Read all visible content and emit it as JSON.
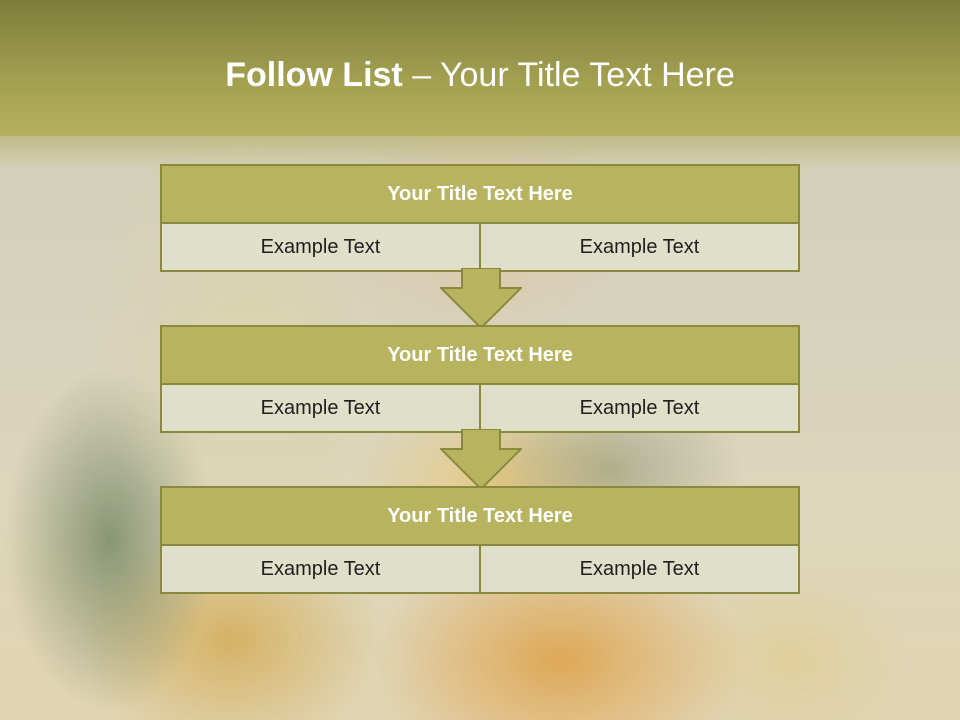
{
  "slide": {
    "title_bold": "Follow List",
    "title_rest": " – Your Title Text Here"
  },
  "blocks": [
    {
      "title": "Your Title Text Here",
      "cells": [
        "Example Text",
        "Example Text"
      ]
    },
    {
      "title": "Your Title Text Here",
      "cells": [
        "Example Text",
        "Example Text"
      ]
    },
    {
      "title": "Your Title Text Here",
      "cells": [
        "Example Text",
        "Example Text"
      ]
    }
  ],
  "colors": {
    "header": "#a3a050",
    "block_head": "#b7b35f",
    "block_cell": "#e0dfc9",
    "border": "#8a8a3e"
  },
  "icons": [
    "down-arrow-icon",
    "down-arrow-icon"
  ]
}
